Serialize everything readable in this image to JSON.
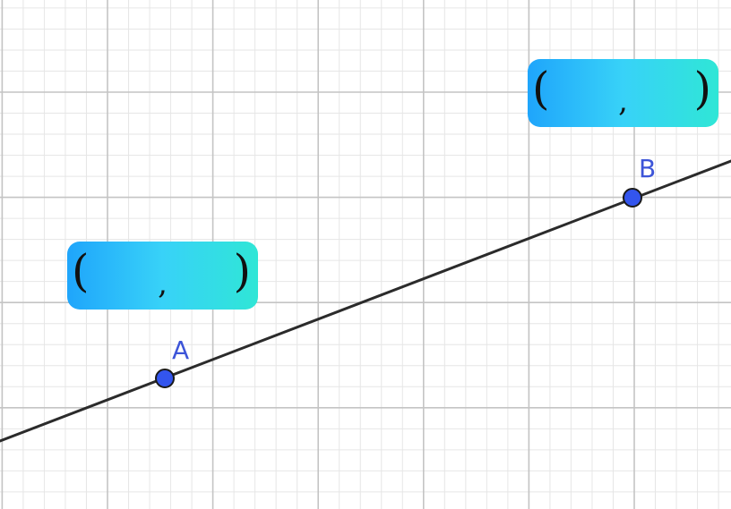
{
  "points": [
    {
      "label": "A"
    },
    {
      "label": "B"
    }
  ],
  "inputs": [
    {
      "for": "A",
      "open": "(",
      "sep": ",",
      "close": ")",
      "x_value": "",
      "y_value": ""
    },
    {
      "for": "B",
      "open": "(",
      "sep": ",",
      "close": ")",
      "x_value": "",
      "y_value": ""
    }
  ],
  "colors": {
    "point_fill": "#3355ee",
    "point_label": "#3d55d8",
    "line": "#2b2b2b",
    "grid_major": "#c4c4c4",
    "grid_minor": "#e6e6e6",
    "box_gradient": [
      "#1fa5fb",
      "#38d2f8",
      "#2fe6d6"
    ]
  }
}
